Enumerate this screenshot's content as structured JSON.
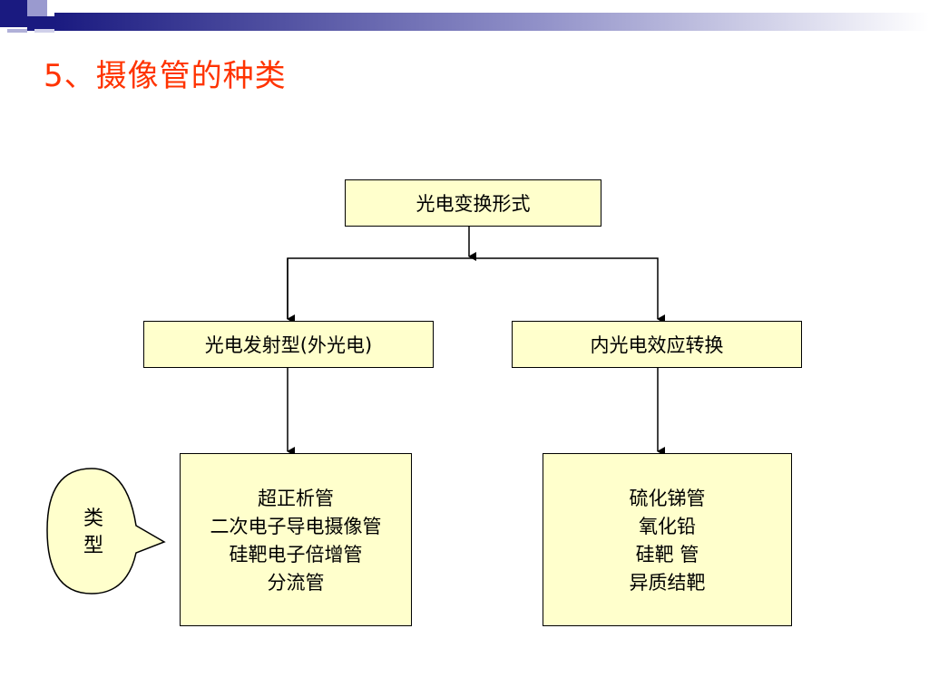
{
  "slide": {
    "title": "5、摄像管的种类"
  },
  "diagram": {
    "root": "光电变换形式",
    "branch_left": "光电发射型(外光电)",
    "branch_right": "内光电效应转换",
    "left_items": [
      "超正析管",
      "二次电子导电摄像管",
      "硅靶电子倍增管",
      "分流管"
    ],
    "right_items": [
      "硫化锑管",
      "氧化铅",
      "硅靶 管",
      "异质结靶"
    ],
    "callout": [
      "类",
      "型"
    ]
  },
  "colors": {
    "title": "#ff3300",
    "box_fill": "#ffffcc",
    "header_dark": "#1a1a80"
  }
}
